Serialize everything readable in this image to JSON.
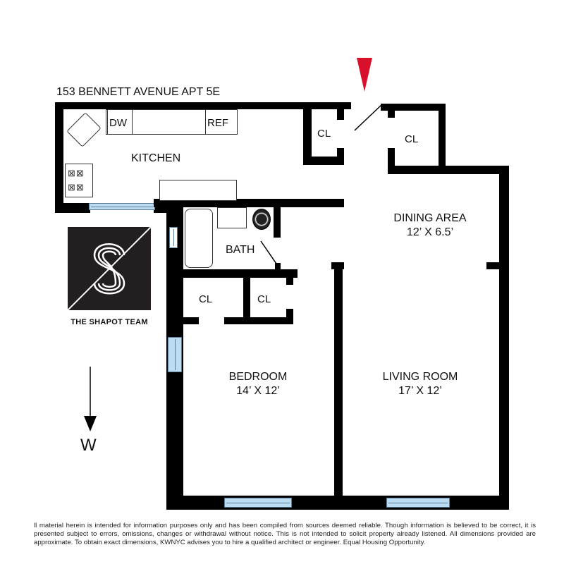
{
  "header": {
    "address": "153 BENNETT AVENUE  APT 5E"
  },
  "entry_marker": {
    "icon": "entry-triangle-icon",
    "color": "#d8102c"
  },
  "rooms": {
    "kitchen": {
      "label": "KITCHEN"
    },
    "dishwasher": {
      "label": "DW"
    },
    "refrigerator": {
      "label": "REF"
    },
    "closet_entry_left": {
      "label": "CL"
    },
    "closet_entry_right": {
      "label": "CL"
    },
    "dining": {
      "label": "DINING AREA",
      "dims": "12’ X 6.5’"
    },
    "bath": {
      "label": "BATH"
    },
    "closet_bed_left": {
      "label": "CL"
    },
    "closet_bed_right": {
      "label": "CL"
    },
    "bedroom": {
      "label": "BEDROOM",
      "dims": "14’ X 12’"
    },
    "living": {
      "label": "LIVING ROOM",
      "dims": "17’ X 12’"
    }
  },
  "logo": {
    "icon": "shapot-s-logo-icon",
    "caption": "THE SHAPOT TEAM"
  },
  "compass": {
    "icon": "arrow-down-icon",
    "direction": "W"
  },
  "colors": {
    "wall": "#000000",
    "window": "#bcdcf2",
    "window_frame": "#5a7e98",
    "entry_marker": "#d8102c"
  },
  "footer": {
    "disclaimer": "ll material herein is intended for information purposes only and has been compiled from sources deemed reliable. Though information is believed to be correct, it is presented subject to errors, omissions, changes or withdrawal without notice. This is not intended to solicit property already listened. All dimensions provided are approximate. To obtain exact dimensions, KWNYC advises you to hire a qualified architect or engineer.  Equal Housing Opportunity."
  }
}
